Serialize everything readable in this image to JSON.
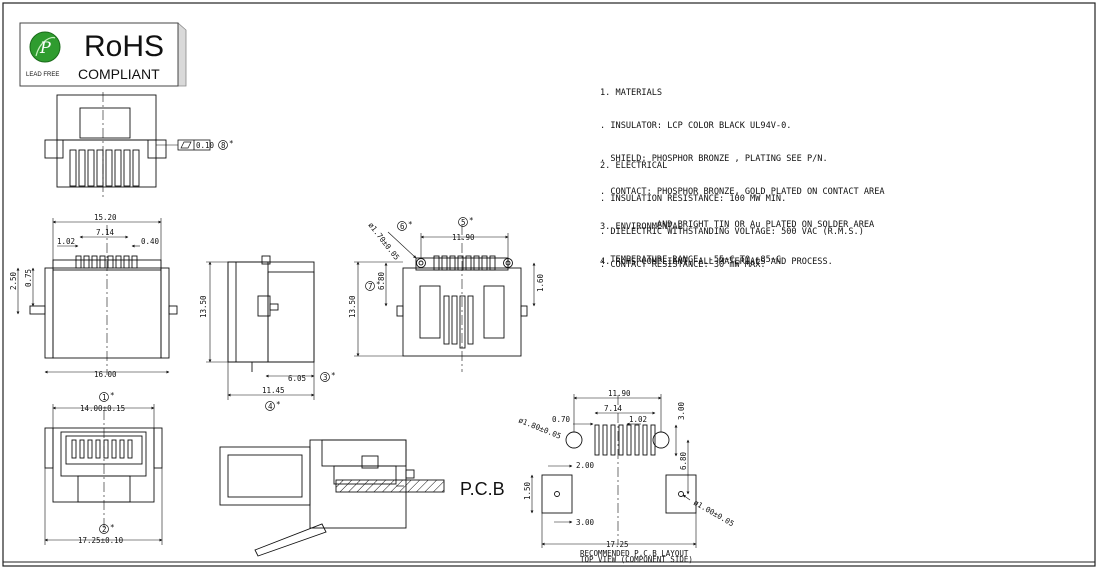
{
  "badge": {
    "rohs": "RoHS",
    "compliant": "COMPLIANT",
    "lead_free": "LEAD FREE",
    "logo_letter": "P"
  },
  "notes": {
    "materials": {
      "heading": "1. MATERIALS",
      "lines": [
        ". INSULATOR: LCP COLOR BLACK UL94V-0.",
        ". SHIELD: PHOSPHOR BRONZE , PLATING SEE P/N.",
        ". CONTACT: PHOSPHOR BRONZE, GOLD PLATED ON CONTACT AREA",
        "           AND BRIGHT TIN OR Au PLATED ON SOLDER AREA"
      ]
    },
    "electrical": {
      "heading": "2. ELECTRICAL",
      "lines": [
        ". INSULATION RESISTANCE: 100 MW MIN.",
        ". DIELECTRIC WITHSTANDING VOLTAGE: 500 VAC (R.M.S.)",
        ". CONTACT RESISTANCE: 30 mW MAX."
      ]
    },
    "environmental": {
      "heading": "3. ENVIRONMENTAL",
      "lines": [
        ". TEMPERATURE RANGE: -55~C TO +85~C"
      ]
    },
    "rohs": {
      "heading": "4. RoHS COMPLIANT, ALL MATERIALS AND PROCESS."
    }
  },
  "dims": {
    "flatness": "0.10",
    "flat_circle": "8",
    "w_15_20": "15.20",
    "w_7_14": "7.14",
    "w_1_02": "1.02",
    "w_0_40": "0.40",
    "h_2_50": "2.50",
    "h_0_75": "0.75",
    "w_16_00": "16.00",
    "h_13_50_side": "13.50",
    "w_6_05": "6.05",
    "circle_3": "3",
    "w_11_45": "11.45",
    "circle_4": "4",
    "circle_6": "6",
    "circle_5": "5",
    "dia_1_70": "ø1.70±0.05",
    "w_11_90_top": "11.90",
    "circle_7": "7",
    "h_6_80": "6.80",
    "h_13_50_top": "13.50",
    "h_1_60": "1.60",
    "circle_1": "1",
    "w_14_00": "14.00±0.15",
    "circle_2": "2",
    "w_17_25": "17.25±0.10",
    "pcb": "P.C.B",
    "pcb_11_90": "11.90",
    "pcb_7_14": "7.14",
    "pcb_0_70": "0.70",
    "pcb_1_02": "1.02",
    "pcb_3_00": "3.00",
    "pcb_dia_1_80": "ø1.80±0.05",
    "pcb_2_00": "2.00",
    "pcb_6_80": "6.80",
    "pcb_1_50": "1.50",
    "pcb_dia_1_00": "ø1.00±0.05",
    "pcb_3_00b": "3.00",
    "pcb_17_25": "17.25",
    "layout_caption_1": "RECOMMENDED P.C.B LAYOUT",
    "layout_caption_2": "TOP VIEW (COMPONENT SIDE)"
  }
}
